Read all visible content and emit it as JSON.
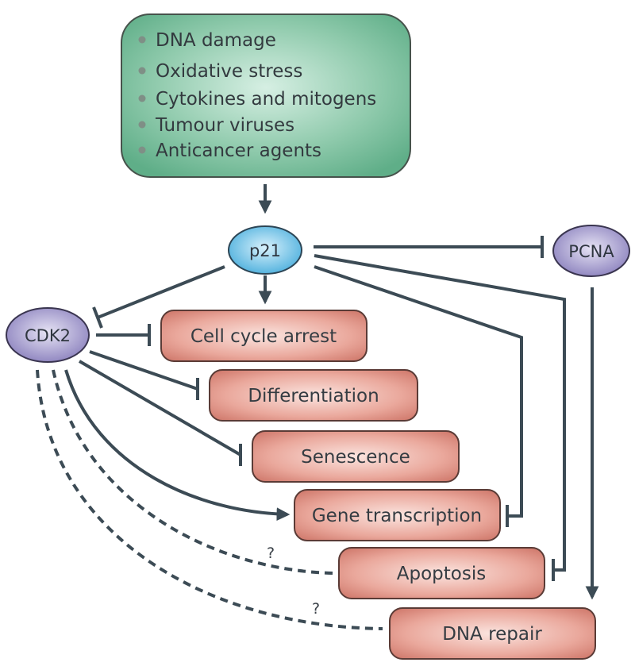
{
  "stimuli": {
    "items": [
      "DNA damage",
      "Oxidative stress",
      "Cytokines and mitogens",
      "Tumour viruses",
      "Anticancer agents"
    ]
  },
  "nodes": {
    "p21": "p21",
    "pcna": "PCNA",
    "cdk2": "CDK2"
  },
  "outcomes": {
    "cell_cycle_arrest": "Cell cycle arrest",
    "differentiation": "Differentiation",
    "senescence": "Senescence",
    "gene_transcription": "Gene transcription",
    "apoptosis": "Apoptosis",
    "dna_repair": "DNA repair"
  },
  "annotations": {
    "apoptosis_question": "?",
    "dna_repair_question": "?"
  },
  "colors": {
    "stimulus_fill": "#6fba95",
    "p21_fill": "#5ab8e2",
    "cdk2_fill": "#8e86c0",
    "pcna_fill": "#8e86c0",
    "outcome_fill": "#de8f82",
    "edge": "#3c4b55"
  }
}
